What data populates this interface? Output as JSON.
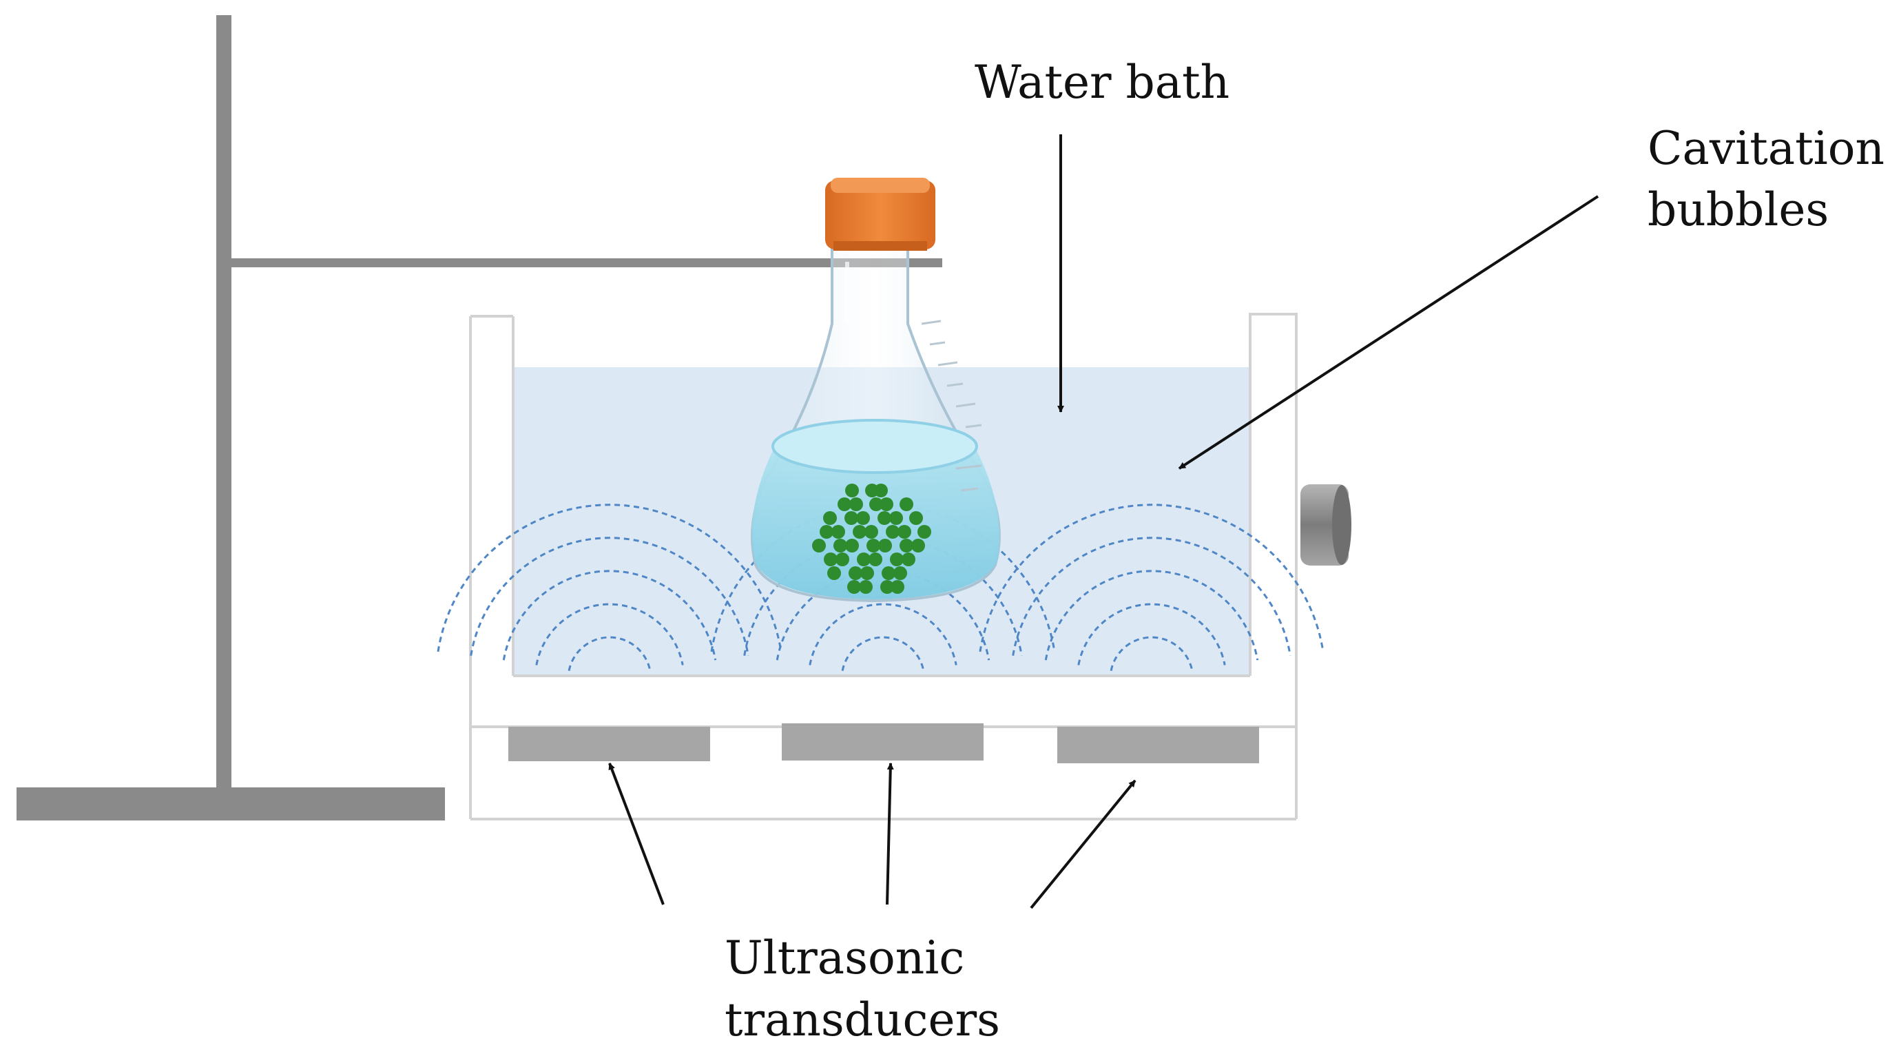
{
  "labels": {
    "water_bath": "Water bath",
    "cavitation_bubbles_line1": "Cavitation",
    "cavitation_bubbles_line2": "bubbles",
    "ultrasonic_transducers_line1": "Ultrasonic",
    "ultrasonic_transducers_line2": "transducers"
  },
  "colors": {
    "stand": "#8a8a8a",
    "water": "#dce9f5",
    "tank_wall": "#d2d2d2",
    "transducer": "#a6a6a6",
    "wave": "#4f86c6",
    "cap": "#ed7d31",
    "liquid": "#9fd8ea",
    "particles": "#2e8b2e",
    "knob": "#8f8f8f",
    "arrow": "#111111"
  },
  "icons": {
    "flask": "erlenmeyer-flask-icon",
    "knob": "control-knob-icon"
  }
}
